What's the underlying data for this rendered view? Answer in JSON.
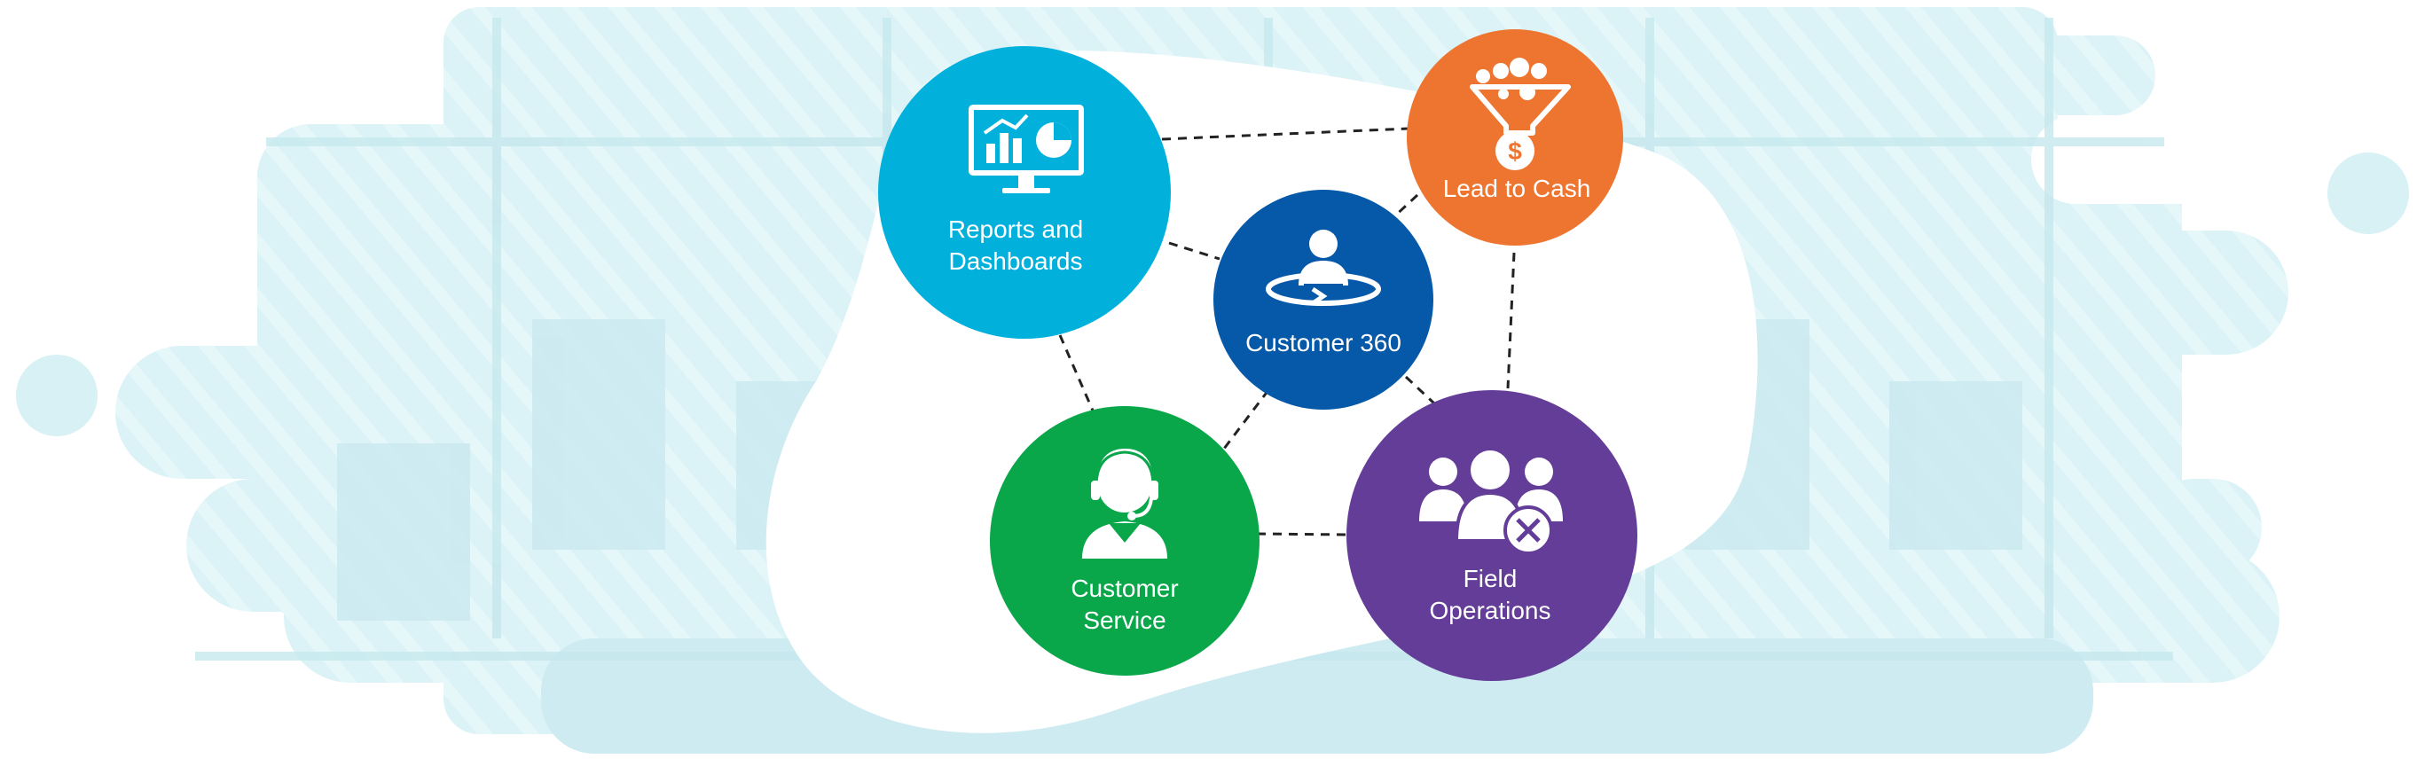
{
  "nodes": {
    "reports": {
      "line1": "Reports and",
      "line2": "Dashboards",
      "color": "#02b0dc",
      "icon": "dashboard-monitor-icon"
    },
    "lead": {
      "line1": "Lead to Cash",
      "color": "#ed7530",
      "icon": "sales-funnel-icon"
    },
    "c360": {
      "line1": "Customer 360",
      "color": "#0559a8",
      "icon": "customer-360-icon"
    },
    "service": {
      "line1": "Customer",
      "line2": "Service",
      "color": "#0aa64a",
      "icon": "support-agent-icon"
    },
    "field": {
      "line1": "Field",
      "line2": "Operations",
      "color": "#633d98",
      "icon": "team-tools-icon"
    }
  },
  "colors": {
    "backdrop": "#d9f1f5",
    "backdrop_dark": "#c6e9ef",
    "blob": "#ffffff",
    "connector": "#222222"
  }
}
